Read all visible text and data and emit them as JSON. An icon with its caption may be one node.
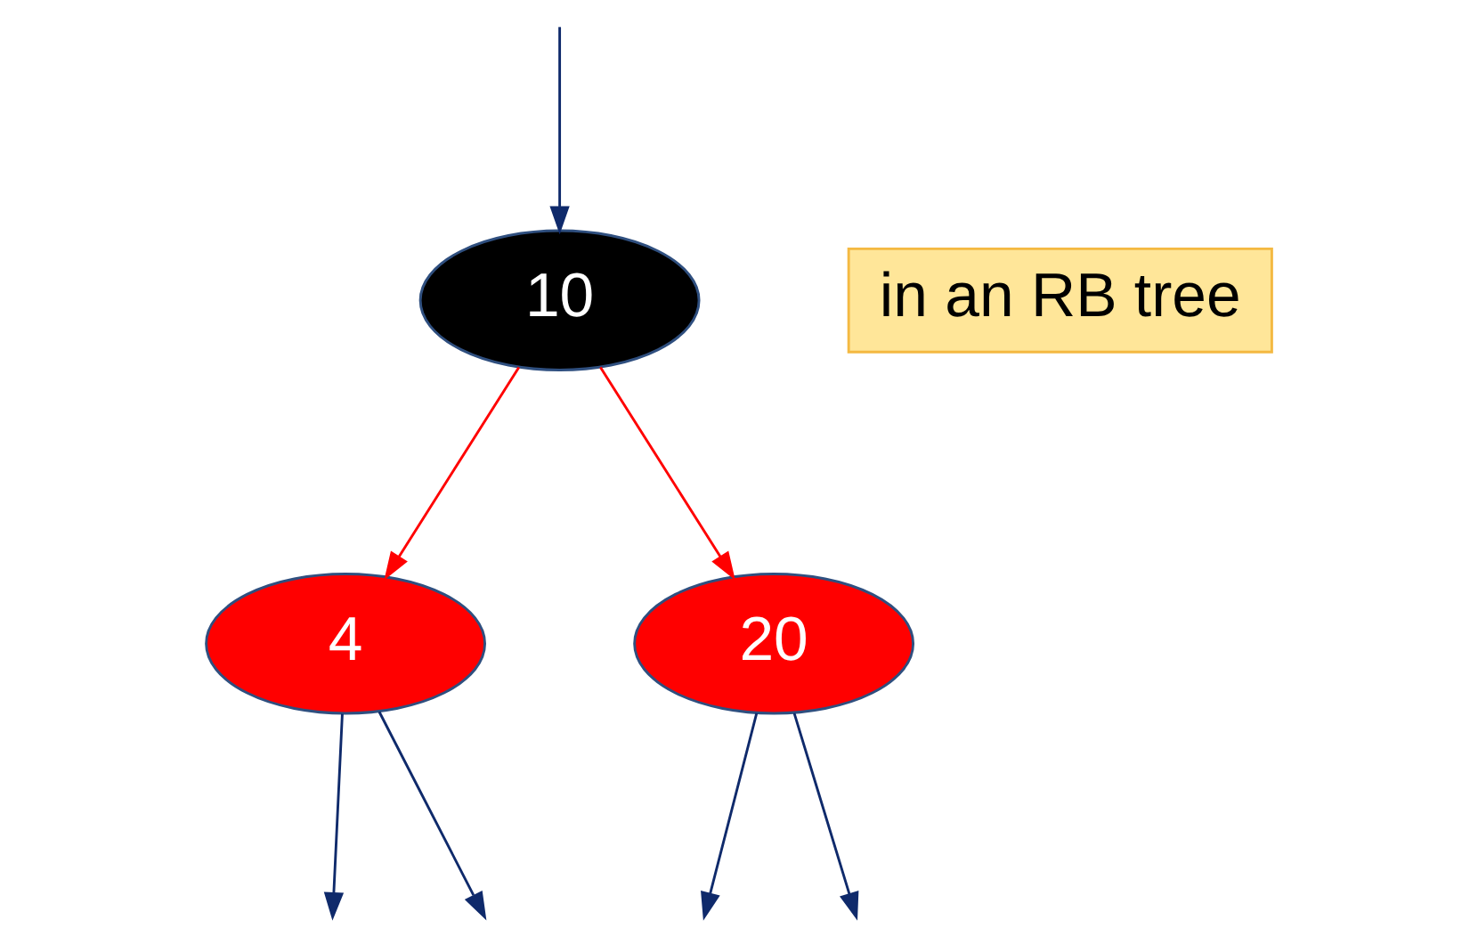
{
  "diagram": {
    "nodes": [
      {
        "text": [
          "10"
        ]
      },
      {
        "text": [
          "4"
        ]
      },
      {
        "text": [
          "20"
        ]
      },
      {
        "text": [
          "in an RB tree"
        ]
      }
    ],
    "edges": [
      {
        "from": null,
        "to": 0,
        "arrow": "to"
      },
      {
        "from": 0,
        "to": 1,
        "arrow": "to",
        "color": "#ff0000"
      },
      {
        "from": 0,
        "to": 2,
        "arrow": "to",
        "color": "#ff0000"
      },
      {
        "from": 1,
        "to": null,
        "arrow": "to"
      },
      {
        "from": 1,
        "to": null,
        "arrow": "to"
      },
      {
        "from": 2,
        "to": null,
        "arrow": "to"
      },
      {
        "from": 2,
        "to": null,
        "arrow": "to"
      }
    ]
  }
}
